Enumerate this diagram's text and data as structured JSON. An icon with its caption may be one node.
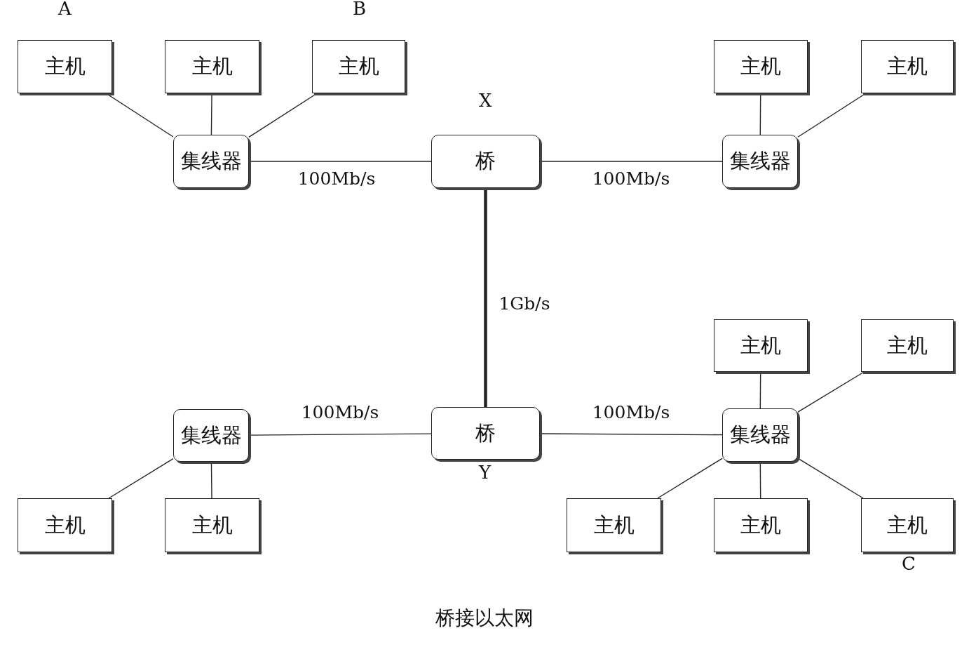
{
  "diagram": {
    "caption": "桥接以太网",
    "nodes": [
      {
        "text": [
          "主机"
        ],
        "beside": [
          "A"
        ]
      },
      {
        "text": [
          "主机"
        ]
      },
      {
        "text": [
          "主机"
        ],
        "beside": [
          "B"
        ]
      },
      {
        "text": [
          "集线器"
        ]
      },
      {
        "text": [
          "桥"
        ],
        "beside": [
          "X"
        ]
      },
      {
        "text": [
          "主机"
        ]
      },
      {
        "text": [
          "主机"
        ]
      },
      {
        "text": [
          "集线器"
        ]
      },
      {
        "text": [
          "主机"
        ]
      },
      {
        "text": [
          "主机"
        ]
      },
      {
        "text": [
          "集线器"
        ]
      },
      {
        "text": [
          "桥"
        ],
        "beside": [
          "Y"
        ]
      },
      {
        "text": [
          "集线器"
        ]
      },
      {
        "text": [
          "主机"
        ]
      },
      {
        "text": [
          "主机"
        ]
      },
      {
        "text": [
          "主机"
        ]
      },
      {
        "text": [
          "主机"
        ]
      },
      {
        "text": [
          "主机"
        ],
        "beside": [
          "C"
        ]
      }
    ],
    "edges": [
      {
        "from": 0,
        "to": 3,
        "arrow": "none"
      },
      {
        "from": 1,
        "to": 3,
        "arrow": "none"
      },
      {
        "from": 2,
        "to": 3,
        "arrow": "none"
      },
      {
        "from": 3,
        "to": 4,
        "arrow": "none",
        "label": "100Mb/s"
      },
      {
        "from": 4,
        "to": 7,
        "arrow": "none",
        "label": "100Mb/s"
      },
      {
        "from": 5,
        "to": 7,
        "arrow": "none"
      },
      {
        "from": 6,
        "to": 7,
        "arrow": "none"
      },
      {
        "from": 4,
        "to": 11,
        "arrow": "none",
        "label": "1Gb/s",
        "style": "thick"
      },
      {
        "from": 10,
        "to": 11,
        "arrow": "none",
        "label": "100Mb/s"
      },
      {
        "from": 11,
        "to": 12,
        "arrow": "none",
        "label": "100Mb/s"
      },
      {
        "from": 8,
        "to": 12,
        "arrow": "none"
      },
      {
        "from": 9,
        "to": 12,
        "arrow": "none"
      },
      {
        "from": 10,
        "to": 13,
        "arrow": "none"
      },
      {
        "from": 10,
        "to": 14,
        "arrow": "none"
      },
      {
        "from": 12,
        "to": 15,
        "arrow": "none"
      },
      {
        "from": 12,
        "to": 16,
        "arrow": "none"
      },
      {
        "from": 12,
        "to": 17,
        "arrow": "none"
      }
    ]
  }
}
